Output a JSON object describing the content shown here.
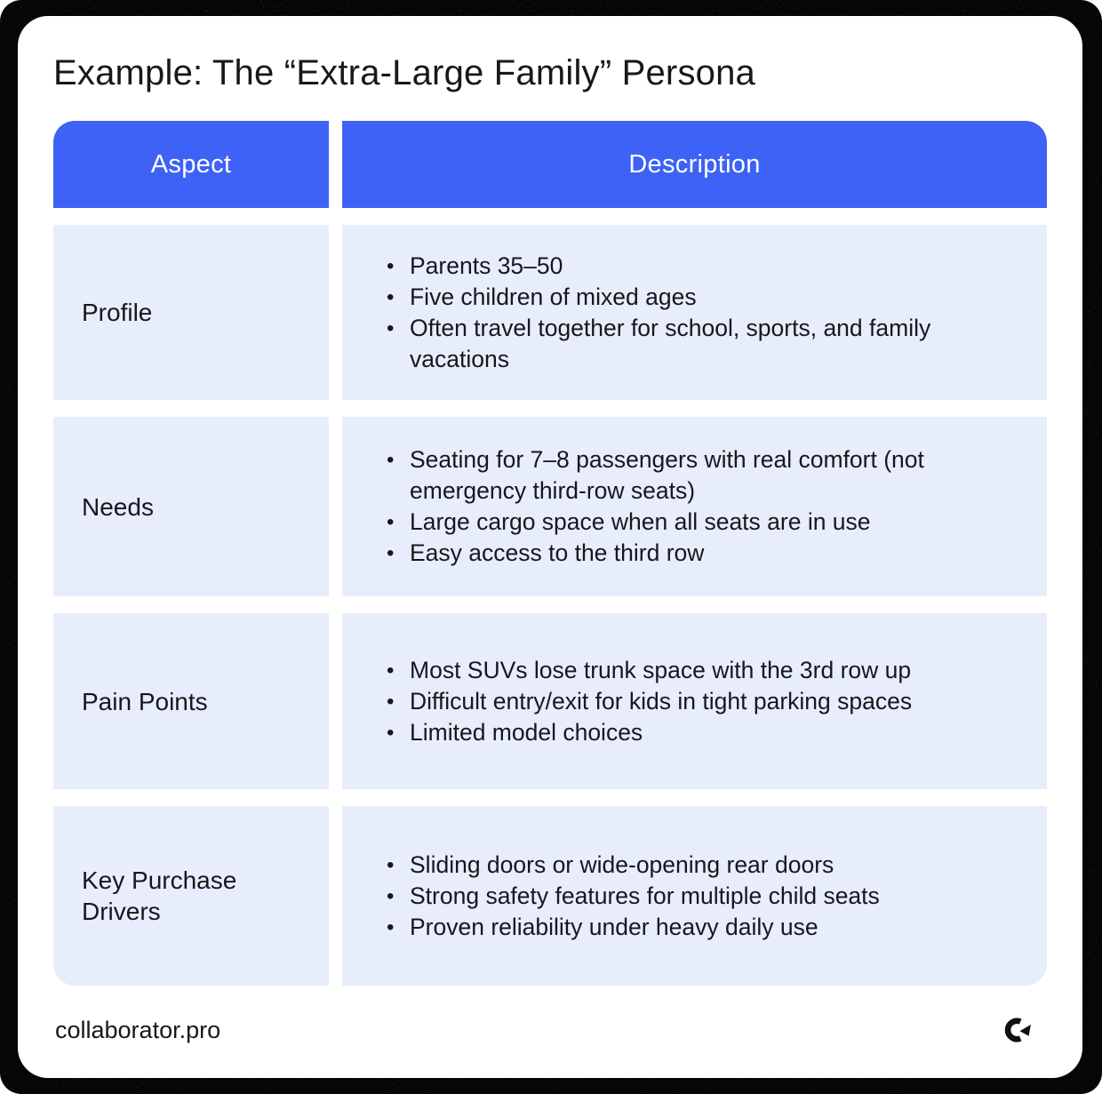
{
  "title": "Example: The “Extra-Large Family” Persona",
  "table": {
    "headers": [
      "Aspect",
      "Description"
    ],
    "rows": [
      {
        "aspect": "Profile",
        "bullets": [
          "Parents 35–50",
          "Five children of mixed ages",
          "Often travel together for school, sports, and family vacations"
        ]
      },
      {
        "aspect": "Needs",
        "bullets": [
          "Seating for 7–8 passengers with real comfort (not emergency third-row seats)",
          "Large cargo space when all seats are in use",
          "Easy access to the third row"
        ]
      },
      {
        "aspect": "Pain Points",
        "bullets": [
          "Most SUVs lose trunk space with the 3rd row up",
          "Difficult entry/exit for kids in tight parking spaces",
          "Limited model choices"
        ]
      },
      {
        "aspect": "Key Purchase Drivers",
        "bullets": [
          "Sliding doors or wide-opening rear doors",
          "Strong safety features for multiple child seats",
          "Proven reliability under heavy daily use"
        ]
      }
    ]
  },
  "footer": {
    "site": "collaborator.pro",
    "logo_icon": "collaborator-c-arrow-logo"
  },
  "colors": {
    "accent": "#3D62F5",
    "cell_bg": "#E8EDFC",
    "text": "#17171C",
    "header_text": "#FFFFFF",
    "frame": "#060606",
    "card_bg": "#FFFFFF"
  }
}
